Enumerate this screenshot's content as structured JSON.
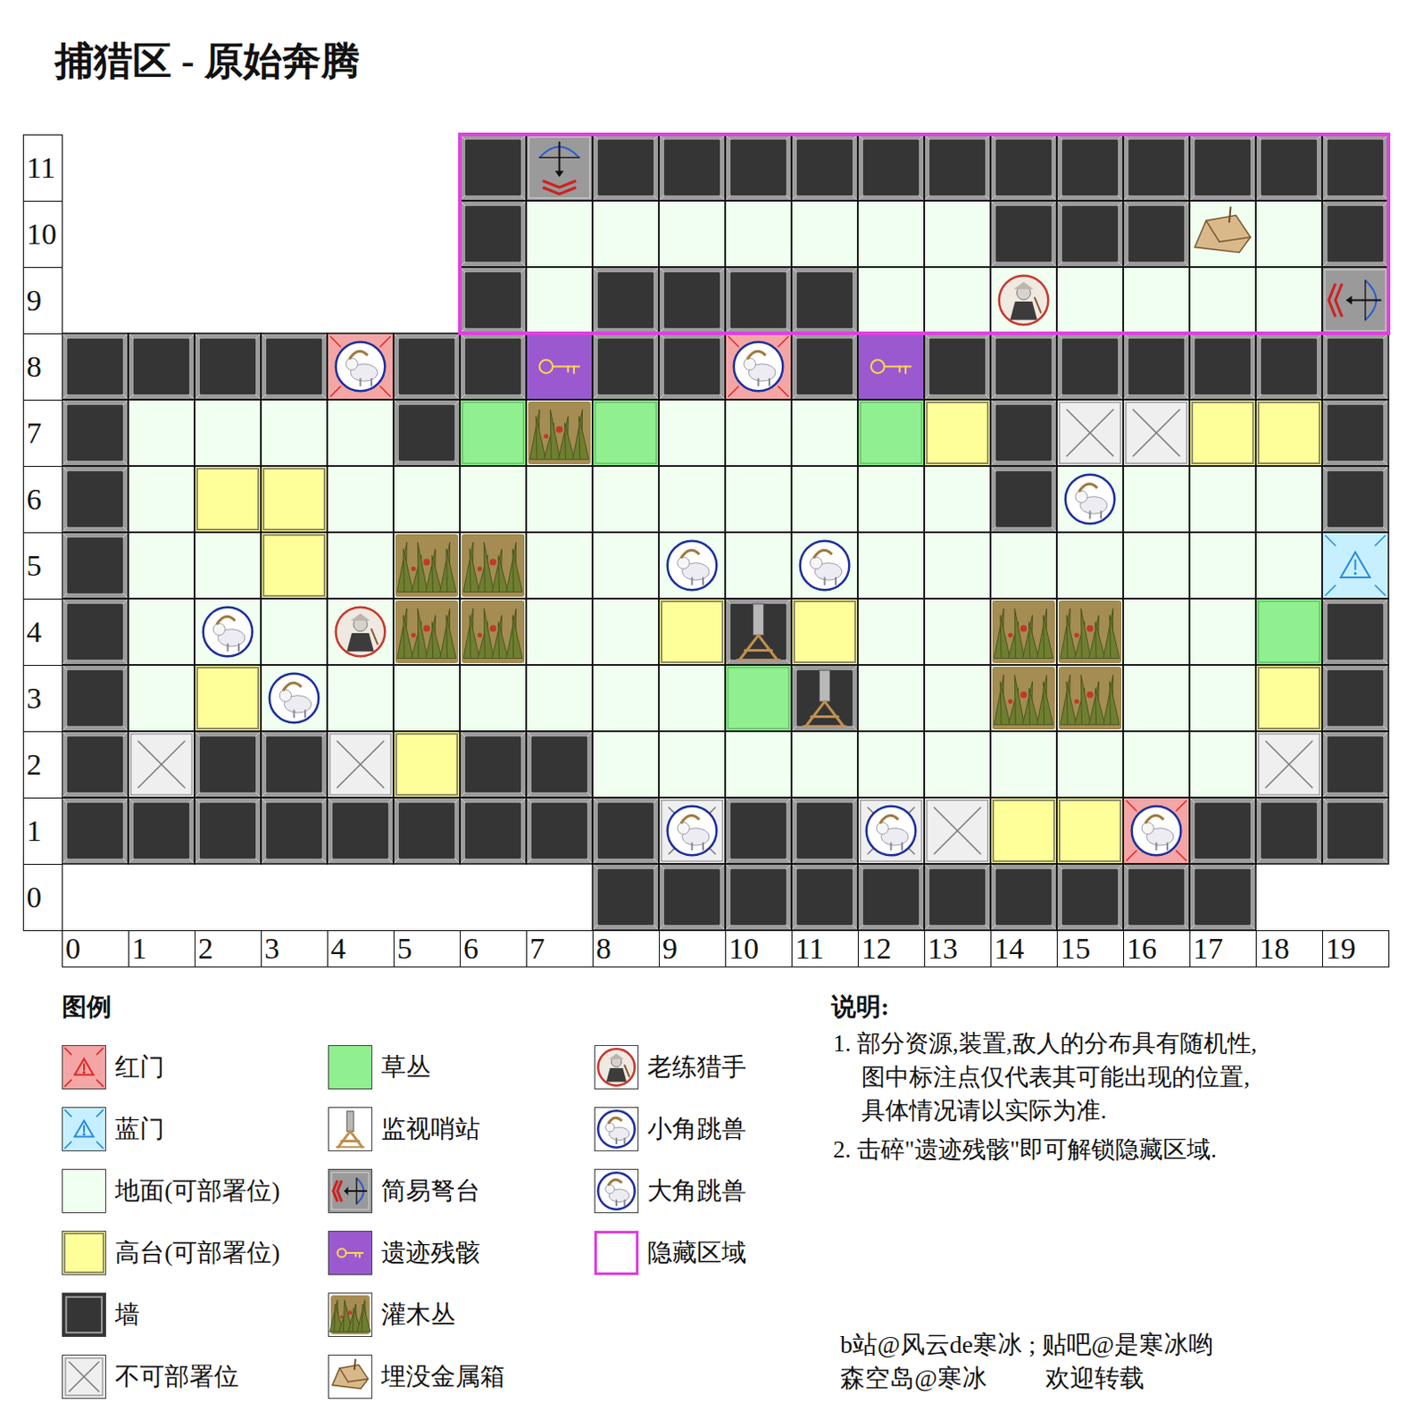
{
  "diagram": {
    "title": "捕猎区 - 原始奔腾",
    "labels": [
      "11",
      "10",
      "9",
      "8",
      "7",
      "6",
      "5",
      "4",
      "3",
      "2",
      "1",
      "0",
      "0",
      "1",
      "2",
      "3",
      "4",
      "5",
      "6",
      "7",
      "8",
      "9",
      "10",
      "11",
      "12",
      "13",
      "14",
      "15",
      "16",
      "17",
      "18",
      "19",
      "图例",
      "说明:",
      "1. 部分资源,装置,敌人的分布具有随机性, 图中标注点仅代表其可能出现的位置, 具体情况请以实际为准.",
      "2. 击碎\"遗迹残骸\"即可解锁隐藏区域.",
      "b站@风云de寒冰 ; 贴吧@是寒冰哟",
      "森空岛@寒冰",
      "欢迎转载"
    ],
    "legend": [
      {
        "text": "红门",
        "color": "#f4a6a6"
      },
      {
        "text": "蓝门",
        "color": "#c6f0ff"
      },
      {
        "text": "地面(可部署位)",
        "color": "#f0fff0"
      },
      {
        "text": "高台(可部署位)",
        "color": "#ffff99"
      },
      {
        "text": "墙",
        "color": "#353535"
      },
      {
        "text": "不可部署位"
      },
      {
        "text": "草丛",
        "color": "#90f090"
      },
      {
        "text": "监视哨站"
      },
      {
        "text": "简易弩台"
      },
      {
        "text": "遗迹残骸",
        "color": "#9b59d0"
      },
      {
        "text": "灌木丛"
      },
      {
        "text": "埋没金属箱"
      },
      {
        "text": "老练猎手"
      },
      {
        "text": "小角跳兽"
      },
      {
        "text": "大角跳兽"
      },
      {
        "text": "隐藏区域"
      }
    ]
  }
}
